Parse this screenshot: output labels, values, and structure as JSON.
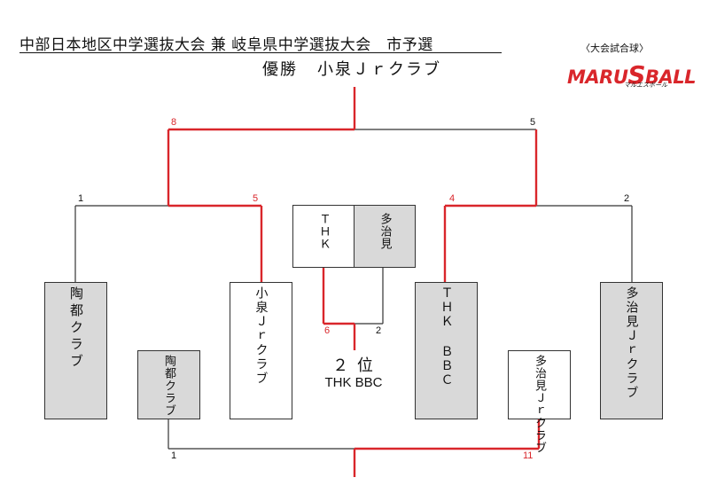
{
  "header": {
    "title": "中部日本地区中学選抜大会 兼 岐阜県中学選抜大会　市予選",
    "ball_label": "〈大会試合球〉",
    "logo_text": "MARUSBALL",
    "logo_sub": "マルエスボール"
  },
  "champion": {
    "label": "優勝",
    "team": "小泉Ｊｒクラブ"
  },
  "teams": {
    "touto_top": "陶都クラブ",
    "koizumi": "小泉Ｊｒクラブ",
    "thk_top": "ＴＨＫ ＢＢＣ",
    "tajimi_top": "多治見Ｊｒクラブ",
    "touto_bottom": "陶都クラブ",
    "tajimi_bottom": "多治見Ｊｒクラブ",
    "mini_thk": "ＴＨＫ",
    "mini_tajimi": "多治見"
  },
  "scores": {
    "final_left": "8",
    "final_right": "5",
    "semi_left_left": "1",
    "semi_left_right": "5",
    "semi_right_left": "4",
    "semi_right_right": "2",
    "third_left": "6",
    "third_right": "2",
    "bottom_left": "1",
    "bottom_right": "11"
  },
  "second_place": {
    "rank": "２ 位",
    "team": "THK BBC"
  },
  "colors": {
    "winner_line": "#d9262b",
    "line": "#333333",
    "box_fill": "#d9d9d9"
  }
}
